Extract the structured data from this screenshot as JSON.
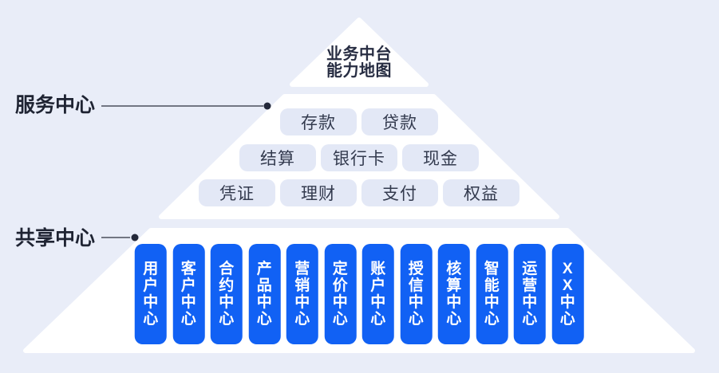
{
  "colors": {
    "page-bg": "#E9EDF8",
    "pyramid-fill": "#FFFFFF",
    "pill-bg": "#E3E8F6",
    "pill-text": "#333A4E",
    "heading-text": "#1F2433",
    "title-text": "#272D42",
    "pillar-bg": "#1161F4",
    "pillar-text": "#FFFFFF",
    "leader-line": "#4A4E5C",
    "leader-dot": "#23283A"
  },
  "pyramid": {
    "title": "业务中台\n能力地图",
    "labels": {
      "service": "服务中心",
      "shared": "共享中心"
    },
    "service_rows": [
      [
        "存款",
        "贷款"
      ],
      [
        "结算",
        "银行卡",
        "现金"
      ],
      [
        "凭证",
        "理财",
        "支付",
        "权益"
      ]
    ],
    "shared_centers": [
      "用户中心",
      "客户中心",
      "合约中心",
      "产品中心",
      "营销中心",
      "定价中心",
      "账户中心",
      "授信中心",
      "核算中心",
      "智能中心",
      "运营中心",
      "XX中心"
    ]
  }
}
